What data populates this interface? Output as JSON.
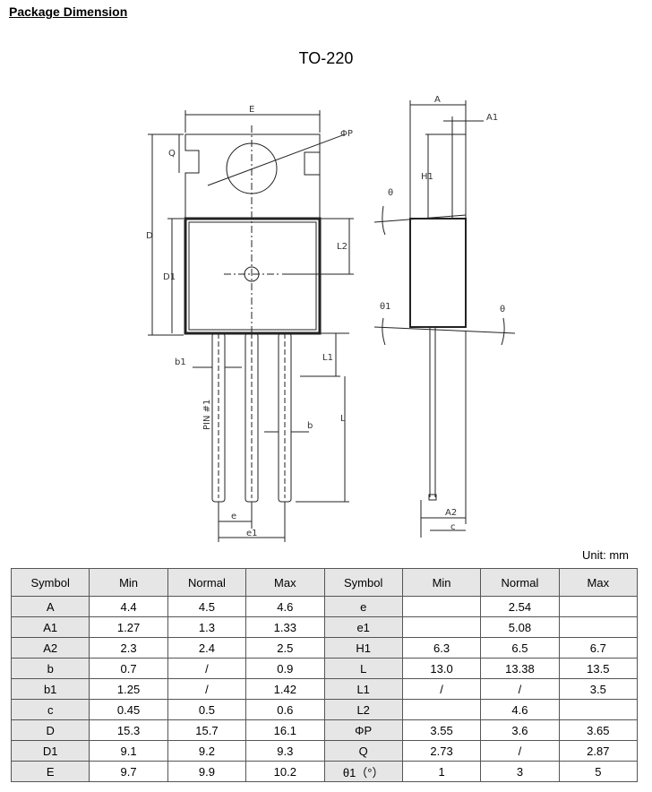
{
  "heading": "Package Dimension",
  "package_title": "TO-220",
  "drawing_labels": {
    "E": "E",
    "P": "ΦP",
    "Q": "Q",
    "D": "D",
    "D1": "D1",
    "L2": "L2",
    "b1": "b1",
    "L1": "L1",
    "L": "L",
    "b": "b",
    "e": "e",
    "e1": "e1",
    "pin": "PIN #1",
    "A": "A",
    "A1": "A1",
    "H1": "H1",
    "A2": "A2",
    "c": "c",
    "theta": "θ",
    "theta1": "θ1"
  },
  "unit_label": "Unit:  mm",
  "table": {
    "headers": [
      "Symbol",
      "Min",
      "Normal",
      "Max",
      "Symbol",
      "Min",
      "Normal",
      "Max"
    ],
    "rows": [
      [
        "A",
        "4.4",
        "4.5",
        "4.6",
        "e",
        "",
        "2.54",
        ""
      ],
      [
        "A1",
        "1.27",
        "1.3",
        "1.33",
        "e1",
        "",
        "5.08",
        ""
      ],
      [
        "A2",
        "2.3",
        "2.4",
        "2.5",
        "H1",
        "6.3",
        "6.5",
        "6.7"
      ],
      [
        "b",
        "0.7",
        "/",
        "0.9",
        "L",
        "13.0",
        "13.38",
        "13.5"
      ],
      [
        "b1",
        "1.25",
        "/",
        "1.42",
        "L1",
        "/",
        "/",
        "3.5"
      ],
      [
        "c",
        "0.45",
        "0.5",
        "0.6",
        "L2",
        "",
        "4.6",
        ""
      ],
      [
        "D",
        "15.3",
        "15.7",
        "16.1",
        "ΦP",
        "3.55",
        "3.6",
        "3.65"
      ],
      [
        "D1",
        "9.1",
        "9.2",
        "9.3",
        "Q",
        "2.73",
        "/",
        "2.87"
      ],
      [
        "E",
        "9.7",
        "9.9",
        "10.2",
        "θ1（°）",
        "1",
        "3",
        "5"
      ]
    ]
  }
}
